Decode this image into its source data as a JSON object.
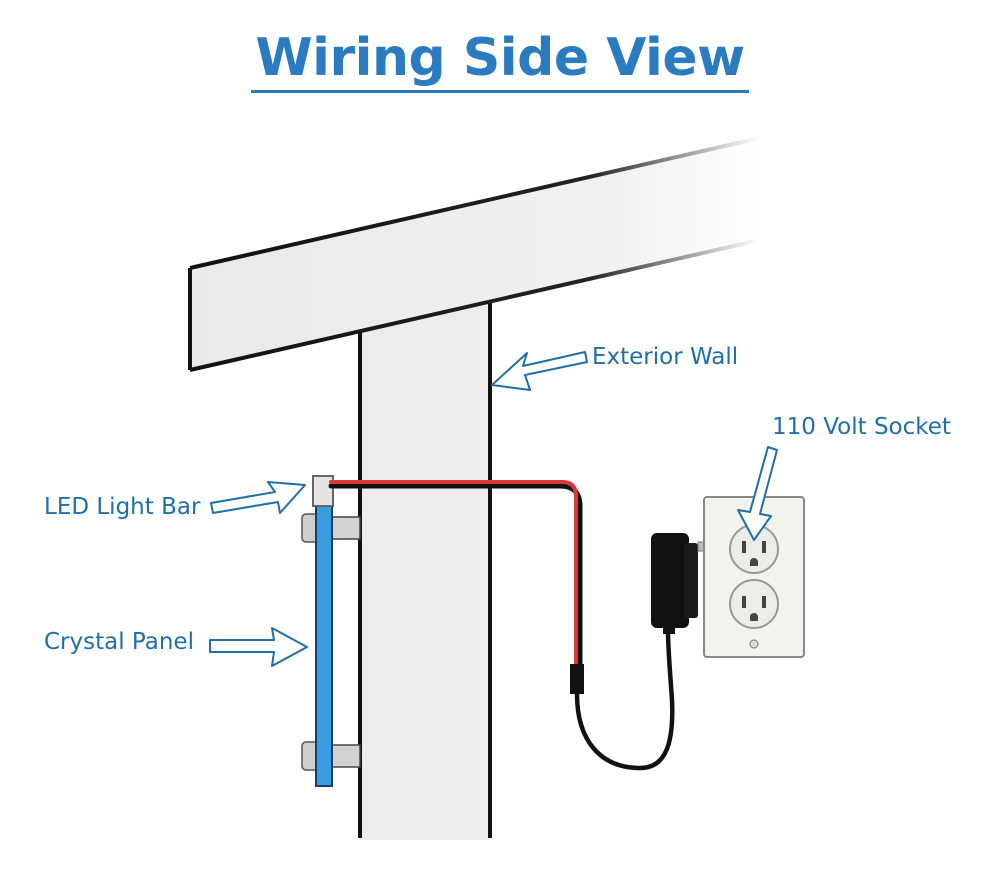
{
  "title": "Wiring Side View",
  "labels": {
    "exterior_wall": "Exterior  Wall",
    "socket": "110 Volt Socket",
    "led_light_bar": "LED Light Bar",
    "crystal_panel": "Crystal Panel"
  },
  "colors": {
    "title": "#2a7bbf",
    "label": "#1f6fa8",
    "panel": "#3a9be0",
    "wire_red": "#d83a3a",
    "wire_black": "#111111",
    "wall_fill": "#ececec"
  }
}
